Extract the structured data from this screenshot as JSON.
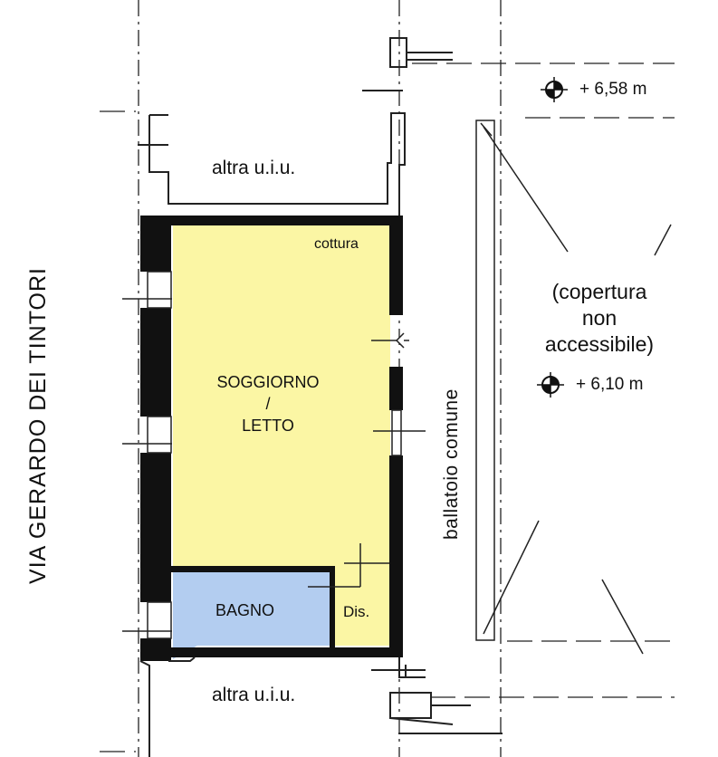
{
  "street_name": "VIA GERARDO DEI TINTORI",
  "labels": {
    "neighbor_top": "altra u.i.u.",
    "neighbor_bottom": "altra u.i.u.",
    "cottura": "cottura",
    "soggiorno": "SOGGIORNO",
    "slash": "/",
    "letto": "LETTO",
    "bagno": "BAGNO",
    "dis": "Dis.",
    "ballatoio": "ballatoio comune",
    "copertura_1": "(copertura",
    "copertura_2": "non",
    "copertura_3": "accessibile)"
  },
  "elevations": {
    "upper": "+ 6,58 m",
    "lower": "+ 6,10 m"
  },
  "colors": {
    "living_fill": "#fbf6a4",
    "bath_fill": "#b3cdf0",
    "wall": "#111111"
  }
}
